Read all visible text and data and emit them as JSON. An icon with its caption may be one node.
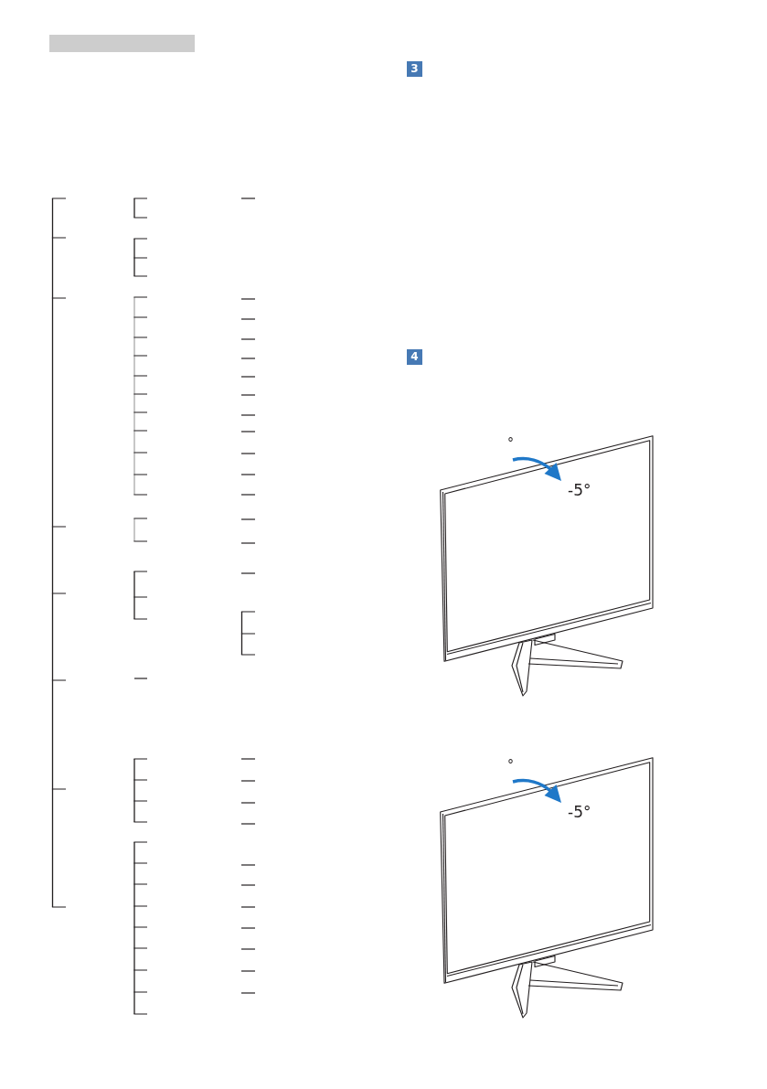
{
  "diagram": {
    "nodes": [
      {
        "text": [
          "3"
        ]
      },
      {
        "text": [
          "4"
        ]
      }
    ],
    "labels": [
      "°",
      "-5°",
      "°",
      "-5°"
    ]
  }
}
